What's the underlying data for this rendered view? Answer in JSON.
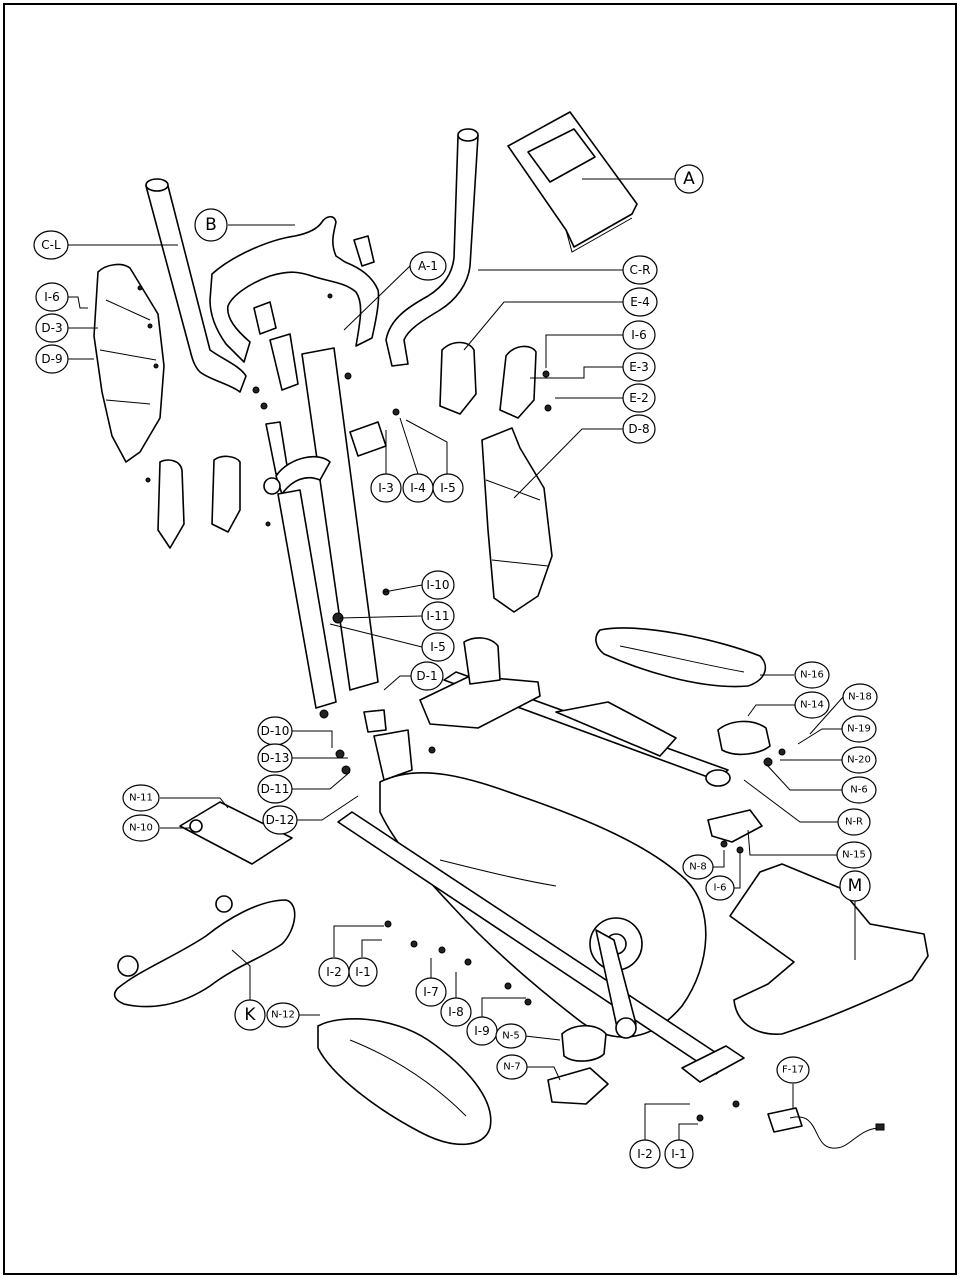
{
  "callouts": {
    "a": "A",
    "b": "B",
    "c_l": "C-L",
    "c_r": "C-R",
    "a_1": "A-1",
    "e_4": "E-4",
    "i_6_right": "I-6",
    "e_3": "E-3",
    "e_2": "E-2",
    "d_8": "D-8",
    "i_6_left": "I-6",
    "d_3": "D-3",
    "d_9": "D-9",
    "i_3": "I-3",
    "i_4": "I-4",
    "i_5_top": "I-5",
    "i_10": "I-10",
    "i_11": "I-11",
    "i_5_mid": "I-5",
    "d_1": "D-1",
    "d_10": "D-10",
    "d_13": "D-13",
    "d_11": "D-11",
    "d_12": "D-12",
    "n_11": "N-11",
    "n_10": "N-10",
    "n_16": "N-16",
    "n_14": "N-14",
    "n_18": "N-18",
    "n_19": "N-19",
    "n_20": "N-20",
    "n_6": "N-6",
    "n_r": "N-R",
    "n_15": "N-15",
    "n_8": "N-8",
    "i_6_base": "I-6",
    "m": "M",
    "i_2_left": "I-2",
    "i_1_left": "I-1",
    "i_7": "I-7",
    "i_8": "I-8",
    "i_9": "I-9",
    "k": "K",
    "n_12": "N-12",
    "n_5": "N-5",
    "n_7": "N-7",
    "f_17": "F-17",
    "i_2_right": "I-2",
    "i_1_right": "I-1"
  }
}
